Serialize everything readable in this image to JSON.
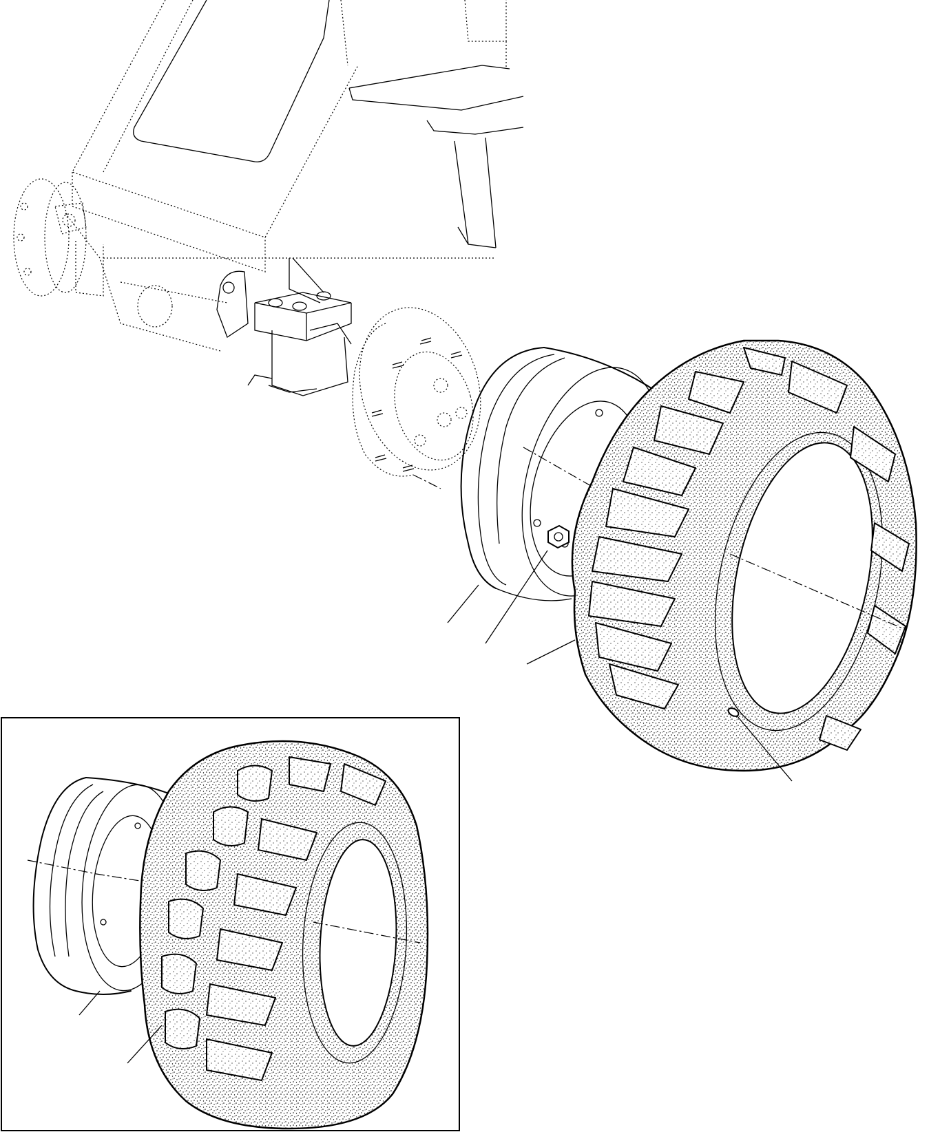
{
  "figure": {
    "parts": [
      {
        "name": "axle-housing",
        "icon": "axle-housing-icon"
      },
      {
        "name": "wheel-hub",
        "icon": "wheel-hub-icon"
      },
      {
        "name": "wheel-rim",
        "icon": "wheel-rim-icon"
      },
      {
        "name": "wheel-nut",
        "icon": "wheel-nut-icon"
      },
      {
        "name": "agricultural-tire",
        "icon": "tire-icon"
      },
      {
        "name": "valve",
        "icon": "valve-icon"
      }
    ],
    "inset": {
      "parts": [
        {
          "name": "inset-wheel-rim",
          "icon": "wheel-rim-icon"
        },
        {
          "name": "inset-industrial-tire",
          "icon": "tire-icon"
        }
      ]
    },
    "colors": {
      "line": "#000000",
      "background": "#ffffff"
    }
  }
}
